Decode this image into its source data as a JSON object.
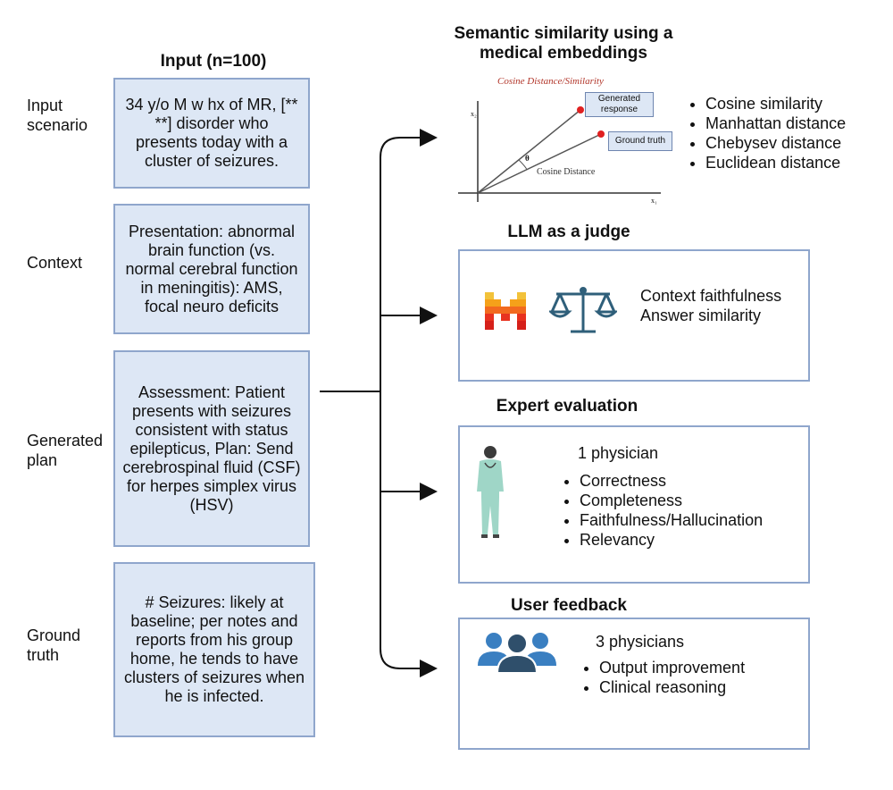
{
  "input_header": "Input (n=100)",
  "rows": [
    {
      "label": "Input\nscenario",
      "text": "34 y/o M w hx of MR, [** **] disorder who presents today with a cluster of seizures."
    },
    {
      "label": "Context",
      "text": "Presentation: abnormal brain function (vs. normal cerebral function in meningitis): AMS, focal neuro deficits"
    },
    {
      "label": "Generated\nplan",
      "text": "Assessment: Patient presents with seizures consistent with status epilepticus, Plan: Send cerebrospinal fluid (CSF) for herpes simplex virus (HSV)"
    },
    {
      "label": "Ground\ntruth",
      "text": "# Seizures: likely at baseline; per notes and reports from his group home, he tends to have clusters of seizures when he is infected."
    }
  ],
  "semantic": {
    "title": "Semantic similarity using a medical embeddings",
    "graph_title": "Cosine Distance/Similarity",
    "generated_label": "Generated response",
    "ground_truth_label": "Ground truth",
    "cosine_distance_label": "Cosine Distance",
    "angle_label": "θ",
    "y_axis_label": "x₂",
    "x_axis_label": "x₁",
    "metrics": [
      "Cosine similarity",
      "Manhattan distance",
      "Chebysev distance",
      "Euclidean distance"
    ]
  },
  "llm": {
    "title": "LLM as a judge",
    "items": [
      "Context faithfulness",
      "Answer similarity"
    ]
  },
  "expert": {
    "title": "Expert evaluation",
    "count": "1 physician",
    "items": [
      "Correctness",
      "Completeness",
      "Faithfulness/Hallucination",
      "Relevancy"
    ]
  },
  "feedback": {
    "title": "User feedback",
    "count": "3 physicians",
    "items": [
      "Output improvement",
      "Clinical reasoning"
    ]
  },
  "colors": {
    "box_fill": "#dde7f5",
    "box_border": "#8fa6cc",
    "people_icon": "#3a7fc1",
    "scale_icon": "#2f5f7a",
    "mistral_red": "#e8321f",
    "mistral_orange": "#f5a11a"
  }
}
